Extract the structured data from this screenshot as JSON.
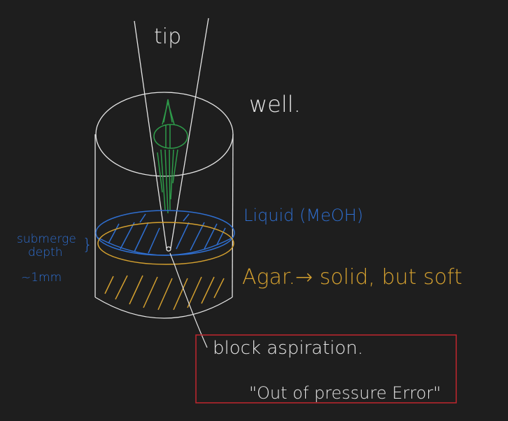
{
  "colors": {
    "background": "#1e1e1e",
    "white": "#e6e6e6",
    "blue": "#2f6fd1",
    "yellow": "#d4a02f",
    "green": "#2e9b4a",
    "red": "#c0262e"
  },
  "labels": {
    "tip": "tip",
    "well": "well.",
    "liquid": "Liquid (MeOH)",
    "agar": "Agar.→ solid, but soft",
    "submerge_line1": "submerge",
    "submerge_line2": "depth",
    "submerge_line3": "~1mm",
    "submerge_mark": "}",
    "block": "block aspiration.",
    "error": "\"Out of pressure Error\""
  }
}
